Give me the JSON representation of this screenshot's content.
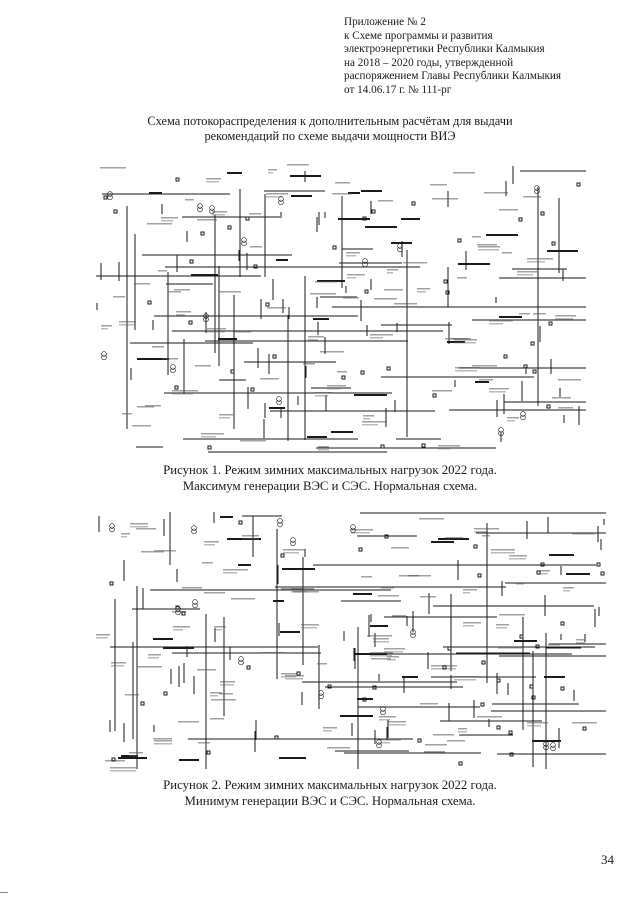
{
  "appendix_header": {
    "lines": [
      "Приложение № 2",
      "к Схеме программы и развития",
      "электроэнергетики Республики Калмыкия",
      "на 2018 – 2020 годы, утвержденной",
      "распоряжением Главы Республики Калмыкия",
      "от 14.06.17 г. № 111-рг"
    ]
  },
  "document_title": {
    "line1": "Схема потокораспределения к дополнительным расчётам для выдачи",
    "line2": "рекомендаций по схеме выдачи мощности ВИЭ"
  },
  "figure1": {
    "caption_line1": "Рисунок 1. Режим зимних максимальных нагрузок 2022 года.",
    "caption_line2": "Максимум генерации ВЭС и СЭС. Нормальная схема."
  },
  "figure2": {
    "caption_line1": "Рисунок 2. Режим зимних максимальных нагрузок 2022 года.",
    "caption_line2": "Минимум генерации ВЭС и СЭС. Нормальная схема."
  },
  "page_number": "34",
  "colors": {
    "ink": "#1a1a1a",
    "paper": "#ffffff"
  }
}
